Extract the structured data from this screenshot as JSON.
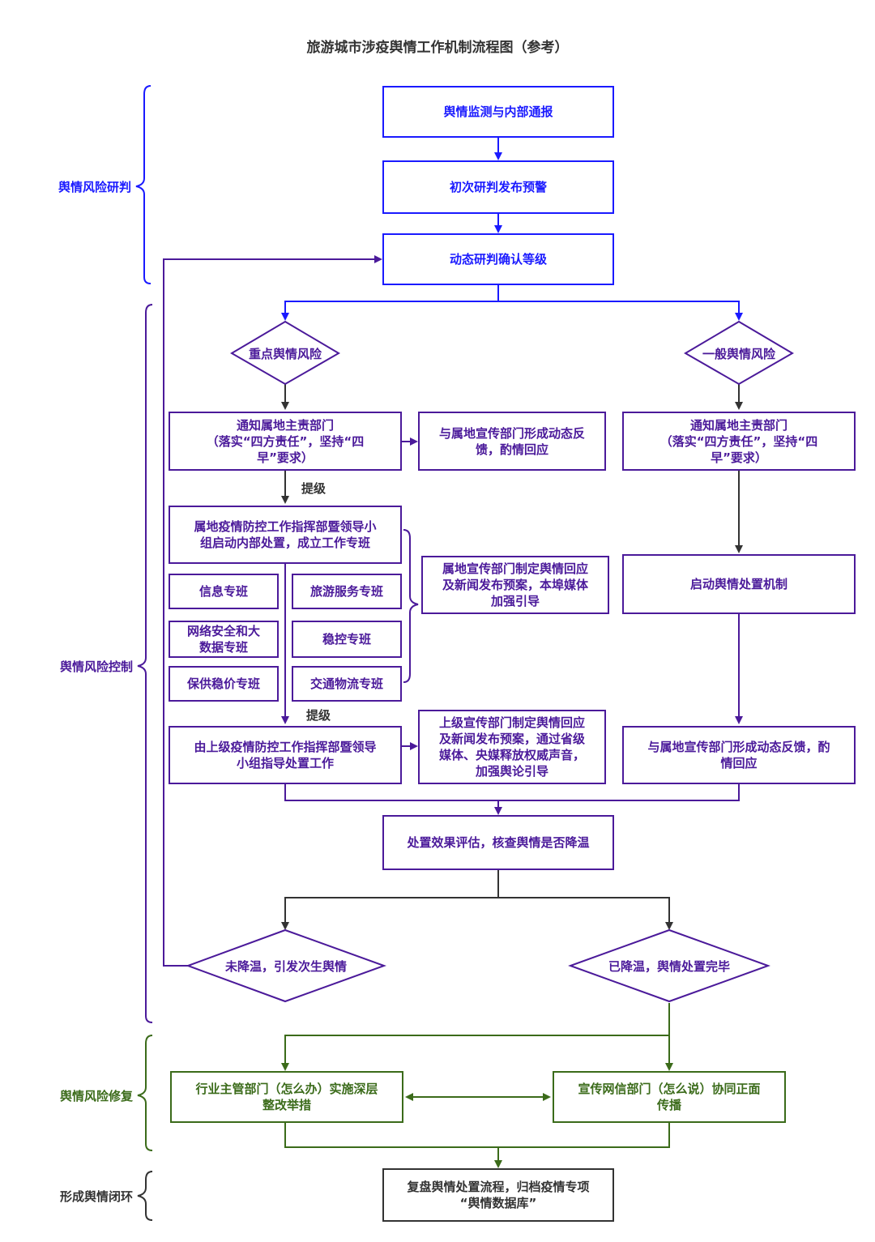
{
  "title": "旅游城市涉疫舆情工作机制流程图（参考）",
  "colors": {
    "blue": "#1a1aff",
    "purple": "#4b1a9a",
    "green": "#3b6b1a",
    "black": "#333333"
  },
  "sections": {
    "s1": "舆情风险研判",
    "s2": "舆情风险控制",
    "s3": "舆情风险修复",
    "s4": "形成舆情闭环"
  },
  "nodes": {
    "monitor": "舆情监测与内部通报",
    "warning": "初次研判发布预警",
    "dynamic": "动态研判确认等级",
    "key_risk": "重点舆情风险",
    "general_risk": "一般舆情风险",
    "notify_left": "通知属地主责部门\n（落实“四方责任”，坚持“四\n早”要求）",
    "feedback_left": "与属地宣传部门形成动态反\n馈，酌情回应",
    "notify_right": "通知属地主责部门\n（落实“四方责任”，坚持“四\n早”要求）",
    "escalate_1": "提级",
    "command": "属地疫情防控工作指挥部暨领导小\n组启动内部处置，成立工作专班",
    "local_plan": "属地宣传部门制定舆情回应\n及新闻发布预案，本埠媒体\n加强引导",
    "start_mechanism": "启动舆情处置机制",
    "team_info": "信息专班",
    "team_tourism": "旅游服务专班",
    "team_network": "网络安全和大\n数据专班",
    "team_stability": "稳控专班",
    "team_supply": "保供稳价专班",
    "team_traffic": "交通物流专班",
    "escalate_2": "提级",
    "upper_command": "由上级疫情防控工作指挥部暨领导\n小组指导处置工作",
    "upper_plan": "上级宣传部门制定舆情回应\n及新闻发布预案，通过省级\n媒体、央媒释放权威声音，\n加强舆论引导",
    "feedback_right": "与属地宣传部门形成动态反馈，酌\n情回应",
    "evaluate": "处置效果评估，核查舆情是否降温",
    "not_cooled": "未降温，引发次生舆情",
    "cooled": "已降温，舆情处置完毕",
    "industry": "行业主管部门（怎么办）实施深层\n整改举措",
    "propaganda": "宣传网信部门（怎么说）协同正面\n传播",
    "review": "复盘舆情处置流程，归档疫情专项\n“舆情数据库”"
  }
}
